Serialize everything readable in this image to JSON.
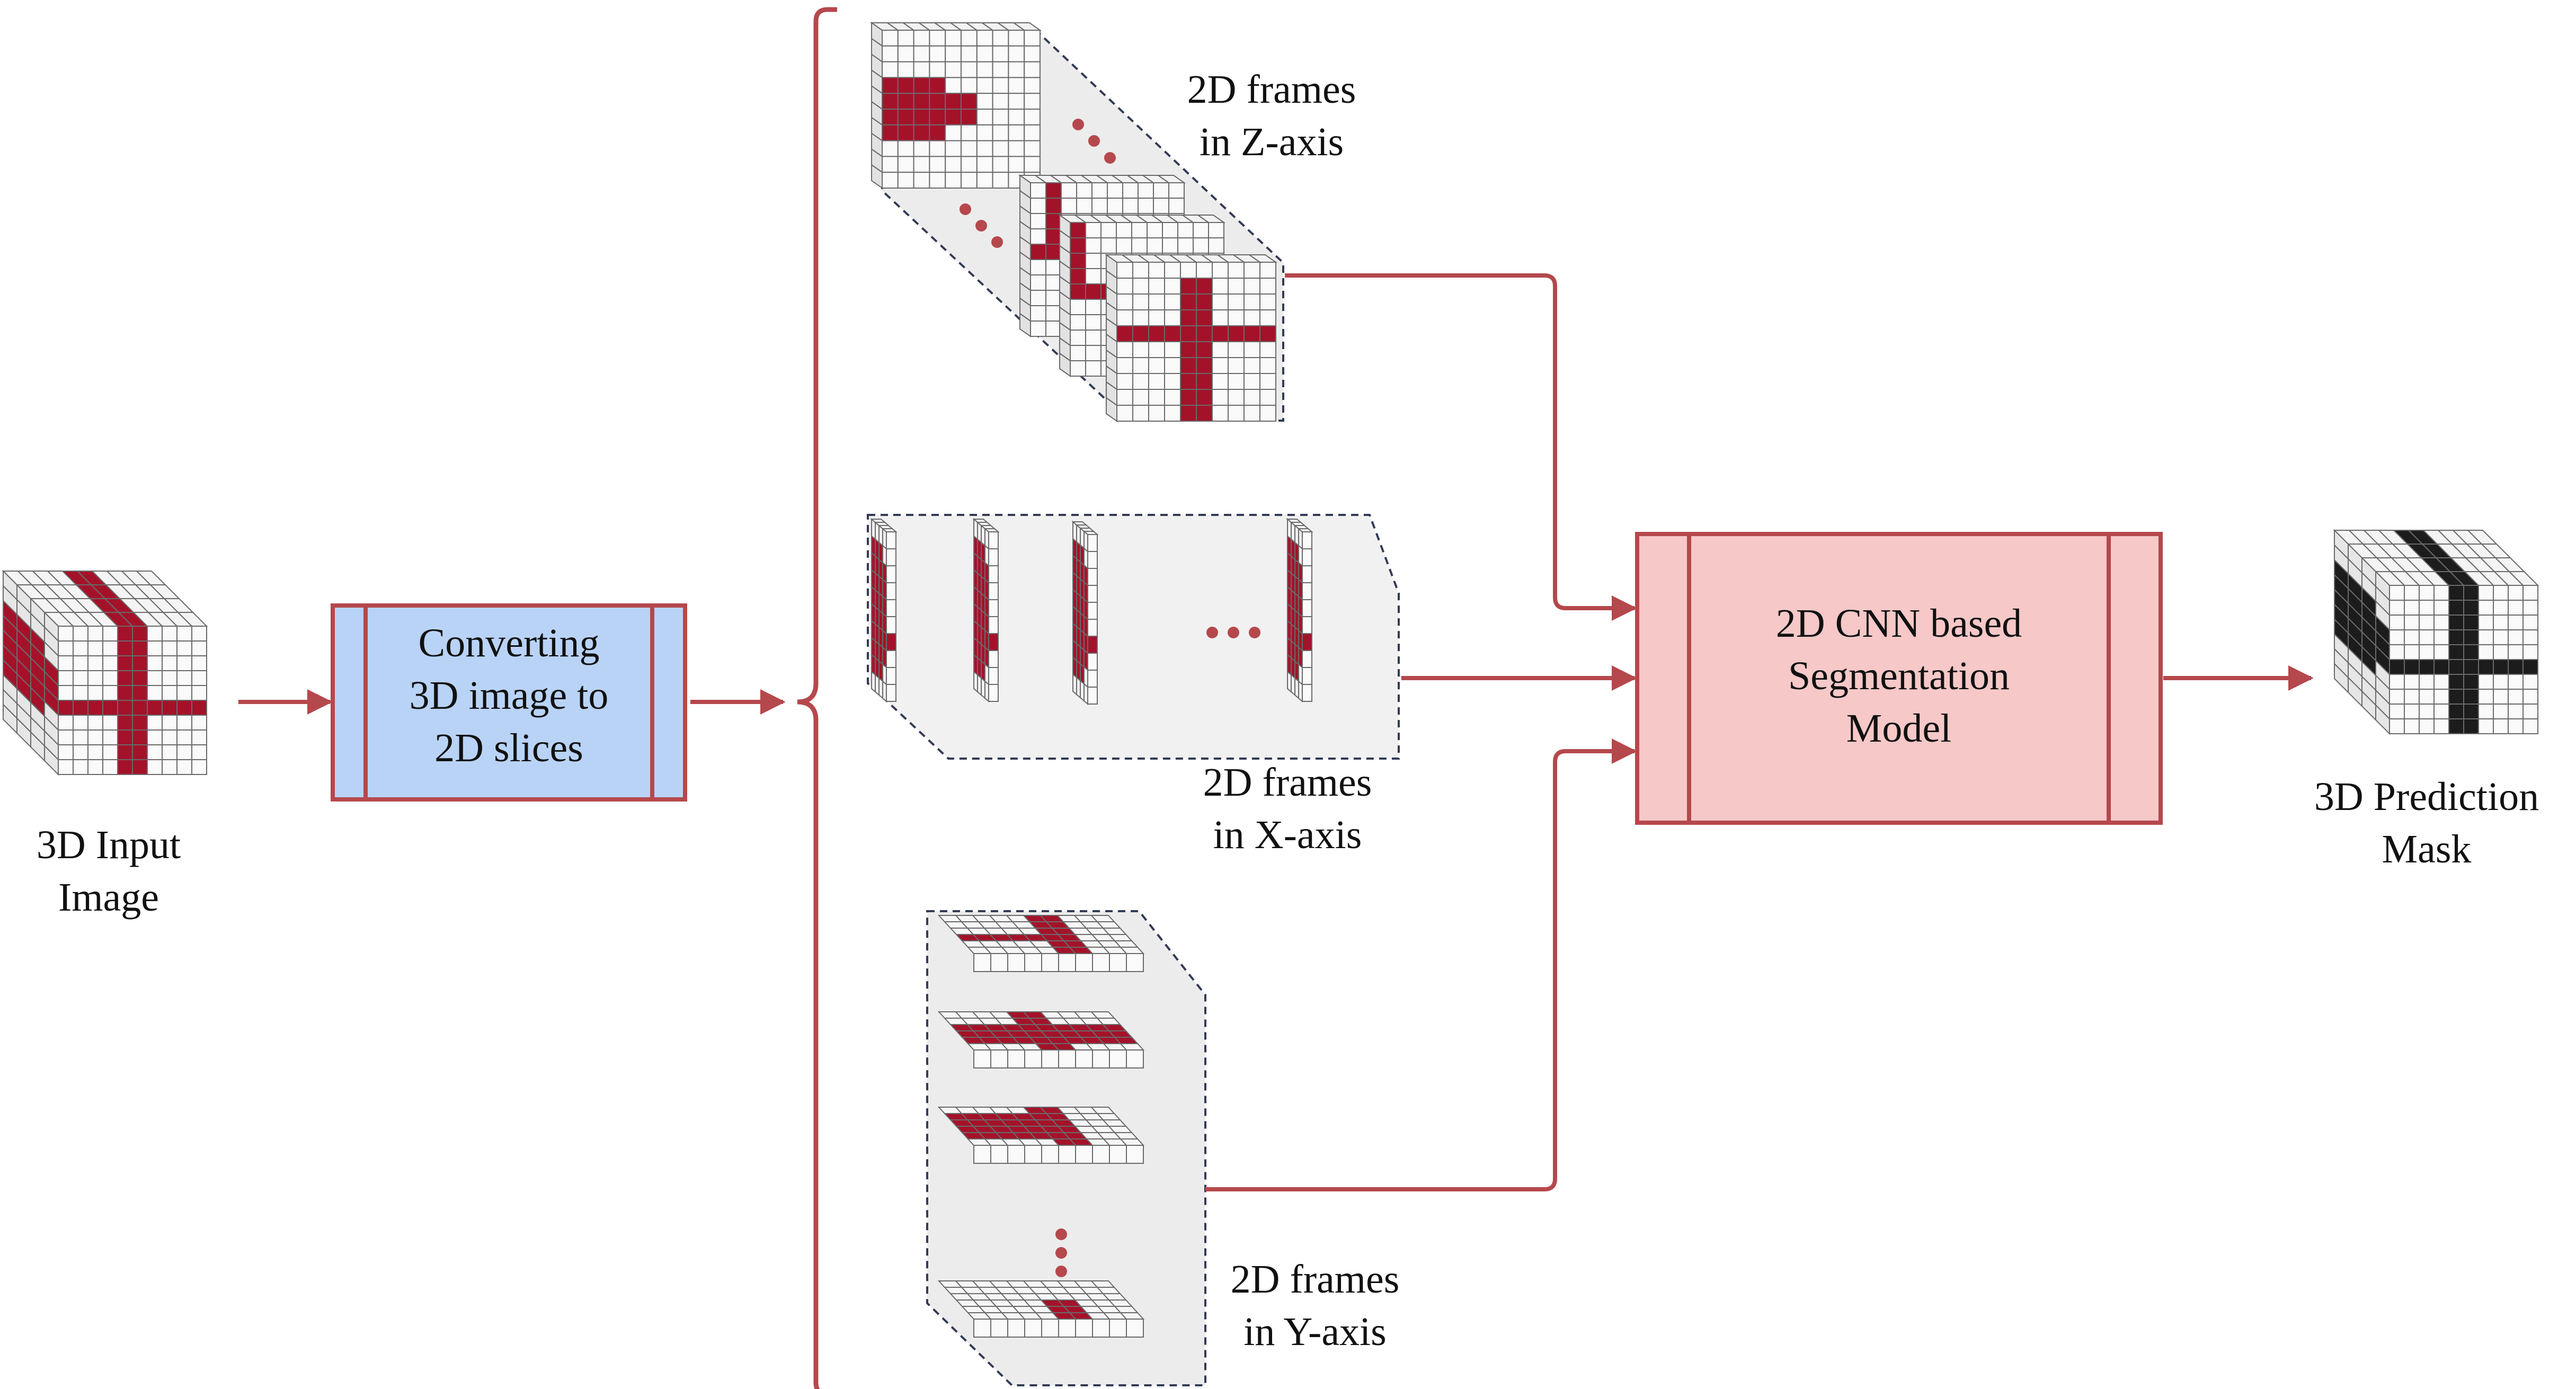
{
  "input": {
    "line1": "3D Input",
    "line2": "Image"
  },
  "converter": {
    "line1": "Converting",
    "line2": "3D image to",
    "line3": "2D slices"
  },
  "z_frames": {
    "line1": "2D frames",
    "line2": "in Z-axis"
  },
  "x_frames": {
    "line1": "2D frames",
    "line2": "in X-axis"
  },
  "y_frames": {
    "line1": "2D frames",
    "line2": "in Y-axis"
  },
  "model": {
    "line1": "2D CNN based",
    "line2": "Segmentation",
    "line3": "Model"
  },
  "output": {
    "line1": "3D Prediction",
    "line2": "Mask"
  },
  "colors": {
    "accent_red": "#b5484c",
    "voxel_red": "#a4122a",
    "voxel_black": "#1c1c1c",
    "converter_fill": "#b9d3f7",
    "model_fill": "#f6c8c8",
    "slab_fill": "#ececec"
  }
}
